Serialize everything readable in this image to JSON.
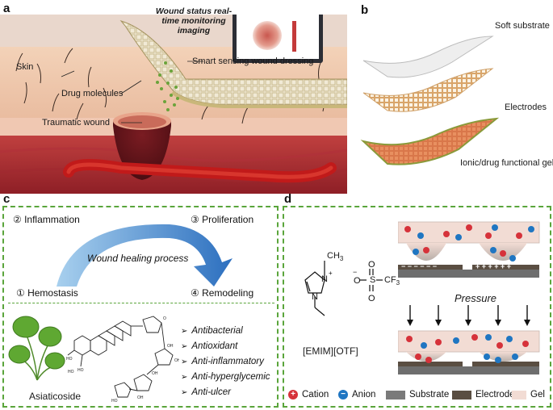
{
  "panels": {
    "a": "a",
    "b": "b",
    "c": "c",
    "d": "d"
  },
  "panel_a": {
    "monitor_title": "Wound status real-time monitoring imaging",
    "skin": "Skin",
    "dressing": "Smart sensing wound dressing",
    "drug": "Drug molecules",
    "wound": "Traumatic wound"
  },
  "panel_b": {
    "layers": [
      "Soft substrate",
      "Electrodes",
      "Ionic/drug functional gel"
    ]
  },
  "panel_c": {
    "stages": [
      "② Inflammation",
      "③ Proliferation",
      "① Hemostasis",
      "④ Remodeling"
    ],
    "process": "Wound healing process",
    "compound": "Asiaticoside",
    "properties": [
      "Antibacterial",
      "Antioxidant",
      "Anti-inflammatory",
      "Anti-hyperglycemic",
      "Anti-ulcer"
    ]
  },
  "panel_d": {
    "ch3": "CH",
    "cf3": "CF",
    "so3": "S",
    "formula": "[EMIM][OTF]",
    "pressure": "Pressure",
    "legend": [
      "Cation",
      "Anion",
      "Substrate",
      "Electrode",
      "Gel"
    ]
  },
  "colors": {
    "cation": "#d6323a",
    "anion": "#1f76c2",
    "substrate": "#7a7a7a",
    "electrode": "#5a4e42",
    "gel": "#f2dcd4",
    "panel_border": "#5aa53b"
  }
}
